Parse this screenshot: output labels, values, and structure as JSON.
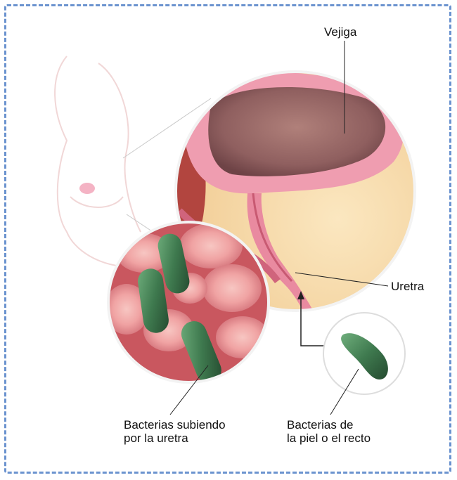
{
  "diagram": {
    "labels": {
      "bladder": "Vejiga",
      "urethra": "Uretra",
      "bacteria_rising": "Bacterias subiendo\npor la uretra",
      "bacteria_source": "Bacterias de\nla piel o el recto"
    },
    "colors": {
      "frame": "#6b93cf",
      "bladder_wall": "#e98aa0",
      "bladder_cavity": "#9e6b6b",
      "tissue": "#f6d9a8",
      "bacteria": "#3f7a4f",
      "red_cells": "#f2a7a8"
    },
    "icons": [
      "body-silhouette",
      "bladder-cross-section",
      "bacteria-closeup",
      "single-bacterium"
    ]
  }
}
